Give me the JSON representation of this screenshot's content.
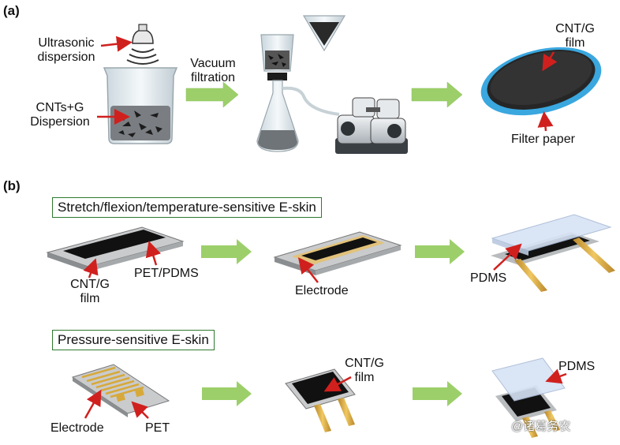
{
  "panel_a": {
    "tag": "(a)",
    "ultrasonic": [
      "Ultrasonic",
      "dispersion"
    ],
    "dispersion": [
      "CNTs+G",
      "Dispersion"
    ],
    "vacuum": [
      "Vacuum",
      "filtration"
    ],
    "film": [
      "CNT/G",
      "film"
    ],
    "filter": "Filter paper"
  },
  "panel_b": {
    "tag": "(b)",
    "stretch_box": "Stretch/flexion/temperature-sensitive E-skin",
    "pressure_box": "Pressure-sensitive E-skin",
    "film_a": [
      "CNT/G",
      "film"
    ],
    "pet_pdms": "PET/PDMS",
    "electrode_1": "Electrode",
    "pdms_1": "PDMS",
    "electrode_2": "Electrode",
    "pet": "PET",
    "film_b": [
      "CNT/G",
      "film"
    ],
    "pdms_2": "PDMS"
  },
  "watermark": "@诸葛务农",
  "colors": {
    "arrow_green": "#9ccf6a",
    "label_arrow": "#d0201e",
    "box_border": "#2f7a2f",
    "electrode_gold": "#d7a93a",
    "filter_blue": "#3aa7df"
  }
}
